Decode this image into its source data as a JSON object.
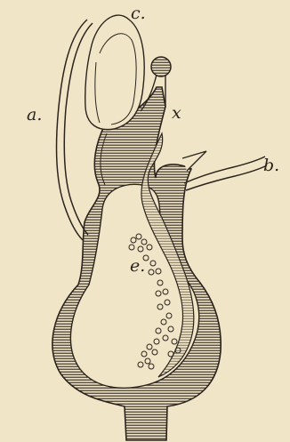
{
  "colors": {
    "background": "#f1e5c8",
    "ink": "#2b241d"
  },
  "labels": {
    "a": "a.",
    "b": "b.",
    "c": "c.",
    "x": "x",
    "e": "e."
  }
}
